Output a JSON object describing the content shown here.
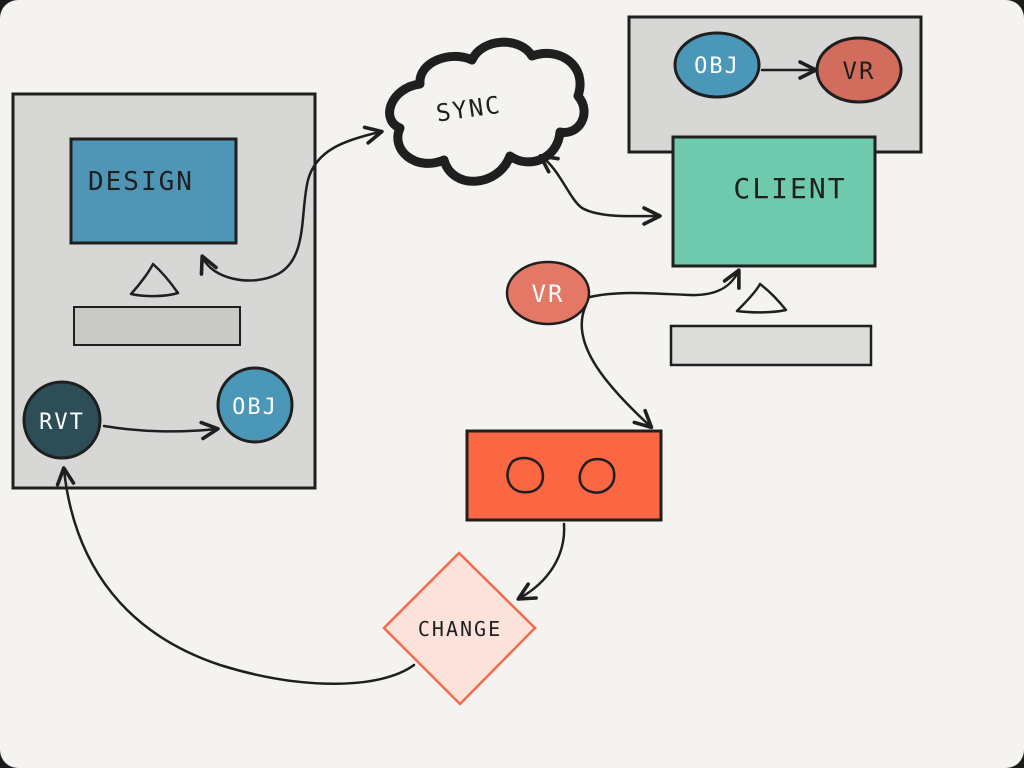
{
  "labels": {
    "design": "DESIGN",
    "client": "CLIENT",
    "sync": "SYNC",
    "rvt": "RVT",
    "obj_left": "OBJ",
    "obj_top": "OBJ",
    "vr_top": "VR",
    "vr_mid": "VR",
    "change": "CHANGE"
  },
  "colors": {
    "background": "#f4f3f0",
    "panel_gray": "#d7d7d5",
    "design_screen": "#4f95b5",
    "client_screen": "#6fc9ac",
    "obj_circle": "#4a97b7",
    "vr_circle": "#d26c5c",
    "vr_mid_circle": "#e37867",
    "rvt_circle": "#2d4d57",
    "headset_box": "#fb6743",
    "change_diamond": "#fbe3dc",
    "change_border": "#f56a48",
    "ink": "#1f1f1f"
  }
}
